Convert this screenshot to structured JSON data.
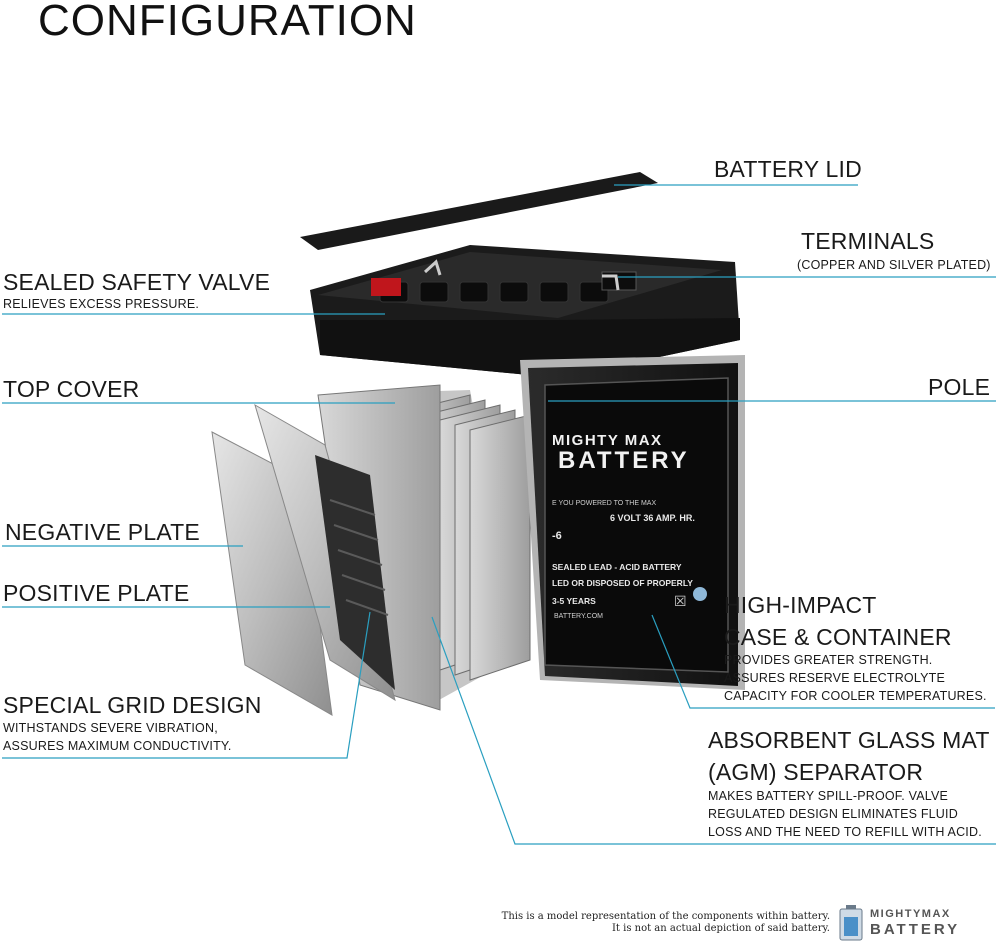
{
  "title": "CONFIGURATION",
  "labels": {
    "battery_lid": "BATTERY LID",
    "terminals": "TERMINALS",
    "terminals_sub": "(COPPER AND SILVER PLATED)",
    "safety_valve": "SEALED SAFETY VALVE",
    "safety_valve_sub": "RELIEVES EXCESS PRESSURE.",
    "top_cover": "TOP COVER",
    "pole": "POLE",
    "negative_plate": "NEGATIVE PLATE",
    "positive_plate": "POSITIVE PLATE",
    "grid_design": "SPECIAL GRID DESIGN",
    "grid_design_sub1": "WITHSTANDS SEVERE VIBRATION,",
    "grid_design_sub2": "ASSURES MAXIMUM CONDUCTIVITY.",
    "case_line1": "HIGH-IMPACT",
    "case_line2": "CASE & CONTAINER",
    "case_sub1": "PROVIDES GREATER STRENGTH.",
    "case_sub2": "ASSURES RESERVE ELECTROLYTE",
    "case_sub3": "CAPACITY FOR COOLER TEMPERATURES.",
    "agm_line1": "ABSORBENT GLASS MAT",
    "agm_line2": "(AGM) SEPARATOR",
    "agm_sub1": "MAKES BATTERY SPILL-PROOF. VALVE",
    "agm_sub2": "REGULATED DESIGN ELIMINATES FLUID",
    "agm_sub3": "LOSS AND THE NEED TO REFILL WITH ACID."
  },
  "battery_label": {
    "brand_line1": "MIGHTY MAX",
    "brand_line2": "BATTERY",
    "tagline": "E YOU POWERED TO THE MAX",
    "rating": "6 VOLT 36 AMP. HR.",
    "model": "-6",
    "type": "SEALED LEAD - ACID BATTERY",
    "disposal": "LED OR DISPOSED OF PROPERLY",
    "life": "3-5 YEARS",
    "site": "BATTERY.COM"
  },
  "footer": {
    "note1": "This is a model representation of the components within battery.",
    "note2": "It is not an actual depiction of said battery.",
    "logo_line1": "MIGHTYMAX",
    "logo_line2": "BATTERY"
  },
  "colors": {
    "leader_line": "#2a9fc0",
    "case_black": "#151515",
    "plate_grey": "#b8b8b8",
    "positive_terminal": "#c0161c"
  }
}
